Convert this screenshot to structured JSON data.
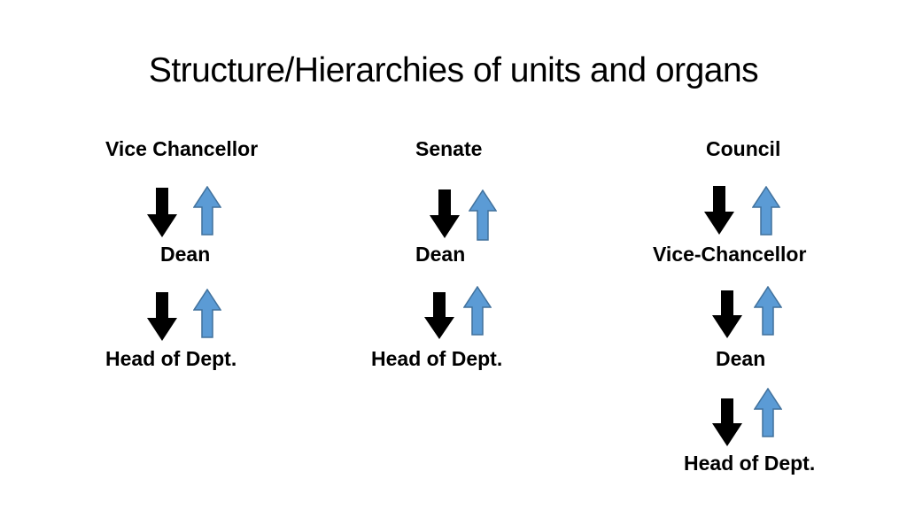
{
  "slide": {
    "title": "Structure/Hierarchies of units and organs"
  },
  "columns": [
    {
      "levels": [
        "Vice Chancellor",
        "Dean",
        "Head of Dept."
      ]
    },
    {
      "levels": [
        "Senate",
        "Dean",
        "Head of Dept."
      ]
    },
    {
      "levels": [
        "Council",
        "Vice-Chancellor",
        "Dean",
        "Head of Dept."
      ]
    }
  ],
  "arrow_colors": {
    "down": "#000000",
    "up": "#5b9bd5",
    "up_outline": "#41719c"
  },
  "icons": {
    "down": "down-arrow-icon",
    "up": "up-arrow-icon"
  }
}
